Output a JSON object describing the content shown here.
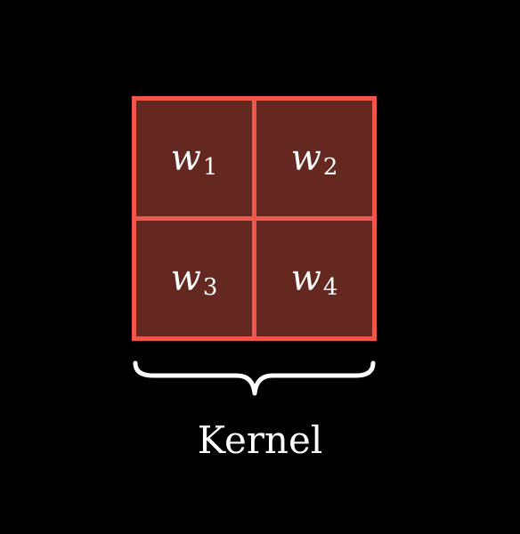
{
  "kernel": {
    "cells": [
      {
        "var": "w",
        "sub": "1"
      },
      {
        "var": "w",
        "sub": "2"
      },
      {
        "var": "w",
        "sub": "3"
      },
      {
        "var": "w",
        "sub": "4"
      }
    ],
    "label": "Kernel"
  },
  "colors": {
    "background": "#000000",
    "cell_fill": "#652820",
    "cell_border": "#f0574a",
    "text": "#ffffff",
    "brace": "#ffffff"
  },
  "icons": {
    "brace": "curly-brace-under-icon"
  }
}
